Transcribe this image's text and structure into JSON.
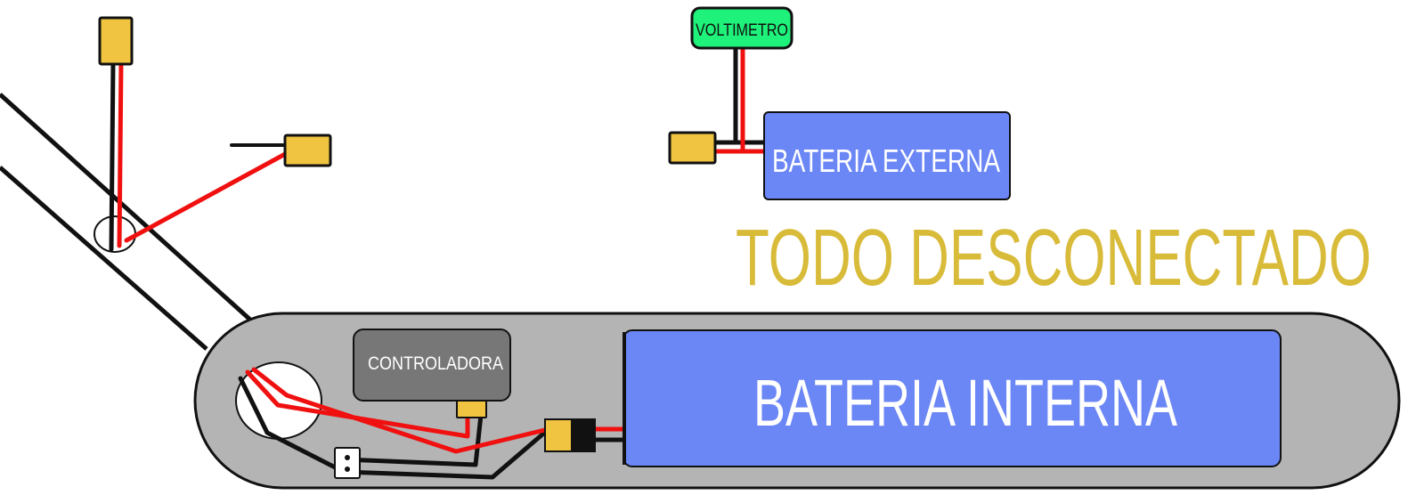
{
  "labels": {
    "voltimetro": "VOLTIMETRO",
    "bateria_externa": "BATERIA EXTERNA",
    "status": "TODO DESCONECTADO",
    "controladora": "CONTROLADORA",
    "bateria_interna": "BATERIA INTERNA"
  },
  "colors": {
    "positive_wire": "#f01010",
    "negative_wire": "#111111",
    "connector": "#f0c440",
    "voltimetro": "#1ef27a",
    "battery": "#6b86f5",
    "controladora": "#777777",
    "housing": "#b4b4b4",
    "status_text": "#d9bb3a"
  }
}
